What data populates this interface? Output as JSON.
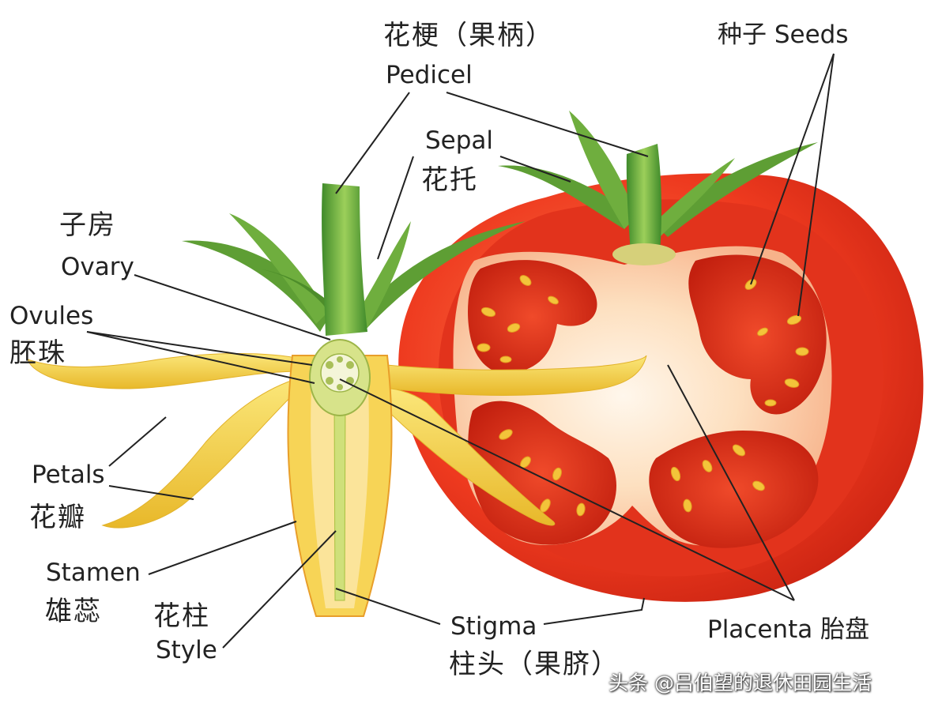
{
  "labels": {
    "pedicel_zh": "花梗（果柄）",
    "pedicel_en": "Pedicel",
    "seeds": "种子 Seeds",
    "sepal_en": "Sepal",
    "sepal_zh": "花托",
    "ovary_zh": "子房",
    "ovary_en": "Ovary",
    "ovules_en": "Ovules",
    "ovules_zh": "胚珠",
    "petals_en": "Petals",
    "petals_zh": "花瓣",
    "stamen_en": "Stamen",
    "stamen_zh": "雄蕊",
    "style_zh": "花柱",
    "style_en": "Style",
    "stigma_en": "Stigma",
    "stigma_zh": "柱头（果脐）",
    "placenta": "Placenta 胎盘"
  },
  "watermark": "头条 @吕伯望的退休田园生活",
  "colors": {
    "tomato_red": "#e8321c",
    "flesh_light": "#fde3c8",
    "stem_green": "#5e9e34",
    "petal_yellow": "#f5d84a",
    "seed_yellow": "#f3c43a",
    "line": "#222222"
  }
}
